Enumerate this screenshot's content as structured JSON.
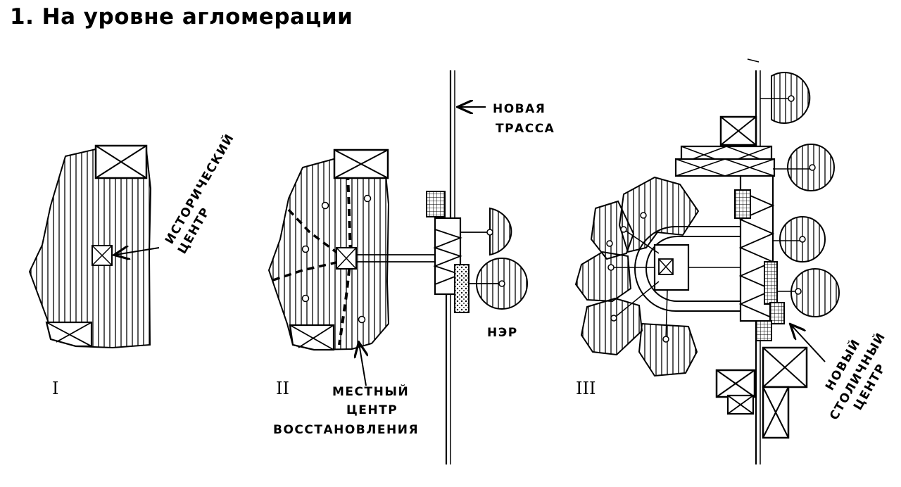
{
  "title": "1. На уровне агломерации",
  "panels": [
    {
      "numeral": "I"
    },
    {
      "numeral": "II"
    },
    {
      "numeral": "III"
    }
  ],
  "labels": {
    "historic_center": [
      "ИСТОРИЧЕСКИЙ",
      "ЦЕНТР"
    ],
    "new_route": [
      "НОВАЯ",
      "ТРАССА"
    ],
    "ner": "НЭР",
    "local_center": [
      "МЕСТНЫЙ",
      "ЦЕНТР",
      "ВОССТАНОВЛЕНИЯ"
    ],
    "new_capital_center": [
      "НОВЫЙ",
      "СТОЛИЧНЫЙ",
      "ЦЕНТР"
    ]
  }
}
